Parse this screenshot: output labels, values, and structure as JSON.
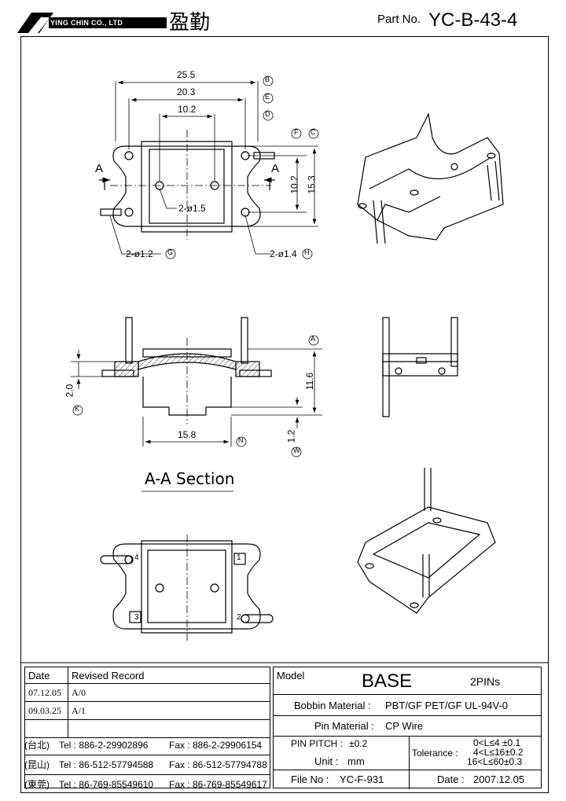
{
  "header": {
    "company": "YING CHIN CO., LTD",
    "company_cn": "盈勤",
    "part_no_label": "Part No.",
    "part_no": "YC-B-43-4"
  },
  "top_view": {
    "dim_b": "25.5",
    "dim_e": "20.3",
    "dim_d": "10.2",
    "dim_f": "10.2",
    "dim_c": "15.3",
    "hole_mid": "2-ø1.5",
    "hole_g": "2-ø1.2",
    "hole_h": "2-ø1.4",
    "section_mark": "A",
    "ref_b": "B",
    "ref_e": "E",
    "ref_d": "D",
    "ref_f": "F",
    "ref_c": "C",
    "ref_g": "G",
    "ref_h": "H"
  },
  "section_view": {
    "title": "A-A Section",
    "dim_k": "2.0",
    "dim_a": "11.6",
    "dim_n": "15.8",
    "dim_w": "1.2",
    "ref_a": "A",
    "ref_k": "K",
    "ref_n": "N",
    "ref_w": "W"
  },
  "bottom_view": {
    "pin_1": "1",
    "pin_2": "2",
    "pin_3": "3",
    "pin_4": "4"
  },
  "revisions": {
    "col_date": "Date",
    "col_record": "Revised Record",
    "rows": [
      {
        "date": "07.12.05",
        "record": "A/0"
      },
      {
        "date": "09.03.25",
        "record": "A/1"
      },
      {
        "date": "",
        "record": ""
      }
    ]
  },
  "contacts": [
    {
      "city": "(台北)",
      "tel": "Tel : 886-2-29902896",
      "fax": "Fax : 886-2-29906154"
    },
    {
      "city": "(昆山)",
      "tel": "Tel : 86-512-57794588",
      "fax": "Fax : 86-512-57794788"
    },
    {
      "city": "(東莞)",
      "tel": "Tel : 86-769-85549610",
      "fax": "Fax : 86-769-85549617"
    }
  ],
  "spec": {
    "model_label": "Model",
    "model": "BASE",
    "pins": "2PINs",
    "bobbin_label": "Bobbin  Material :",
    "bobbin": "PBT/GF  PET/GF UL-94V-0",
    "pin_label": "Pin  Material :",
    "pin": "CP Wire",
    "pitch_label": "PIN  PITCH :",
    "pitch": "±0.2",
    "unit_label": "Unit :",
    "unit": "mm",
    "file_label": "File  No :",
    "file": "YC-F-931",
    "tolerance_label": "Tolerance :",
    "tol_1": "0<L≤4   ±0.1",
    "tol_2": "4<L≤16±0.2",
    "tol_3": "16<L≤60±0.3",
    "date_label": "Date :",
    "date": "2007.12.05"
  }
}
